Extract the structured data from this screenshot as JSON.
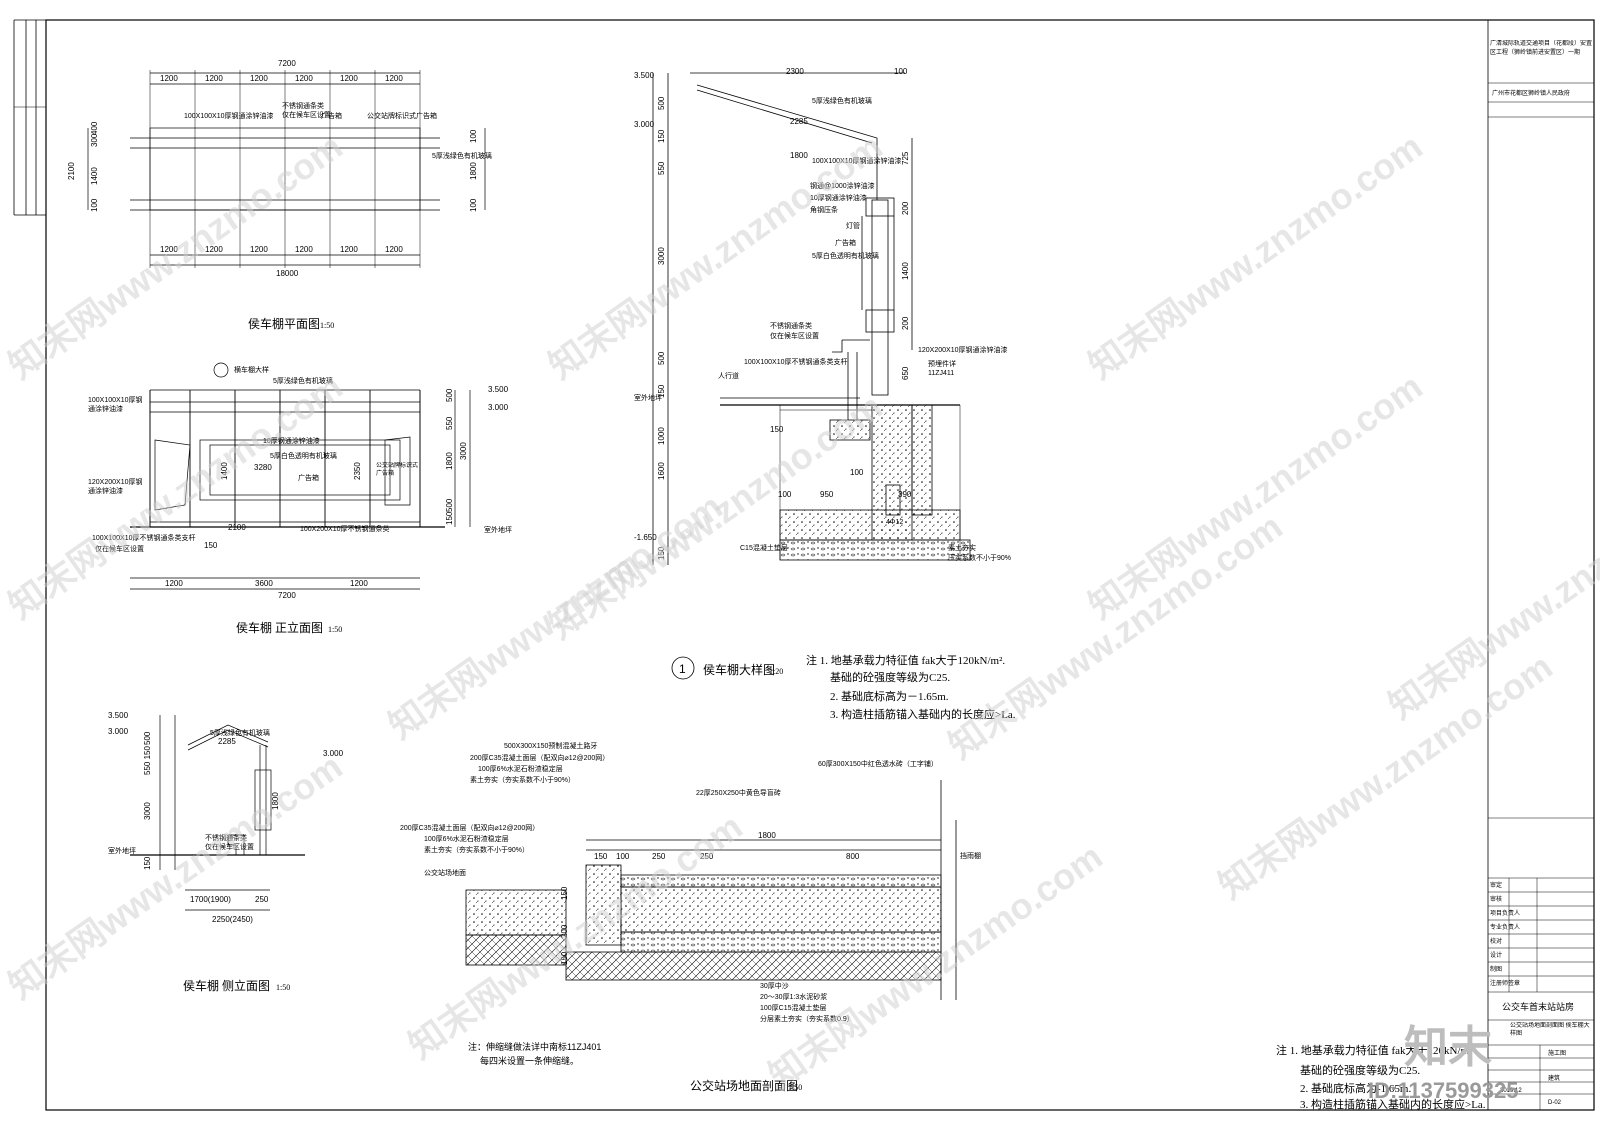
{
  "title_block": {
    "project": "广清城际轨道交通项目（花都段）安置区工程（狮岭镇前进安置区）一期",
    "owner": "广州市花都区狮岭镇人民政府",
    "drawing_name": "公交车首末站站房",
    "sheet_title": "公交站场地面剖面图 侯车棚大样图",
    "stage": "施工图",
    "discipline": "建筑",
    "date": "2019.12",
    "sheet_no": "D-02",
    "rows": [
      "审定",
      "审核",
      "项目负责人",
      "专业负责人",
      "校对",
      "设计",
      "制图",
      "注册师签章"
    ]
  },
  "plan": {
    "title": "侯车棚平面图",
    "scale": "1:50",
    "top_total": "7200",
    "top_bays": [
      "1200",
      "1200",
      "1200",
      "1200",
      "1200",
      "1200"
    ],
    "bottom_bays": [
      "1200",
      "1200",
      "1200",
      "1200",
      "1200",
      "1200"
    ],
    "bottom_total": "18000",
    "left_dims": [
      "2100",
      "1400",
      "100",
      "300",
      "400"
    ],
    "right_dims": [
      "100",
      "1800",
      "100"
    ],
    "labels": [
      "100X100X10厚钢通涂锌油漆",
      "不锈钢通条类",
      "仅在候车区设置",
      "广告箱",
      "公交站牌标识式广告箱",
      "5厚浅绿色有机玻璃"
    ]
  },
  "front": {
    "title": "侯车棚 正立面图",
    "scale": "1:50",
    "elev_top": "3.500",
    "elev_mid": "3.000",
    "elev_gl": "室外地坪",
    "bottom_dims": [
      "1200",
      "3600",
      "1200"
    ],
    "bottom_total": "7200",
    "inner_dims": [
      "2100",
      "3280",
      "1400",
      "2350",
      "150"
    ],
    "right_dims": [
      "500",
      "550",
      "1800",
      "500",
      "150",
      "3000"
    ],
    "labels": [
      "横车棚大样",
      "5厚浅绿色有机玻璃",
      "100X100X10厚钢通涂锌油漆",
      "120X200X10厚钢通涂锌油漆",
      "10厚钢通涂锌油漆",
      "5厚白色透明有机玻璃",
      "广告箱",
      "公交站牌标识式广告箱",
      "100X200X10厚不锈钢通条类",
      "100X100X10厚不锈钢通条类支杆",
      "仅在候车区设置"
    ]
  },
  "side": {
    "title": "侯车棚 侧立面图",
    "scale": "1:50",
    "elev_top": "3.500",
    "elev_mid": "3.000",
    "elev_right": "3.000",
    "dims": [
      "500",
      "550 150",
      "3000",
      "150",
      "2285",
      "1800"
    ],
    "bottom": [
      "1700(1900)",
      "250",
      "2250(2450)"
    ],
    "labels": [
      "5厚浅绿色有机玻璃",
      "不锈钢通条类",
      "仅在候车区设置",
      "室外地坪"
    ]
  },
  "detail": {
    "title": "侯车棚大样图",
    "scale": "1:20",
    "number": "1",
    "top_dims": [
      "2300",
      "100"
    ],
    "roof_dim": "2285",
    "span": "1800",
    "elev": [
      "3.500",
      "3.000",
      "-1.650"
    ],
    "left_dims": [
      "500",
      "150",
      "550",
      "3000",
      "500",
      "150",
      "1000",
      "1600",
      "150"
    ],
    "right_dims": [
      "725",
      "200",
      "1400",
      "200",
      "650"
    ],
    "foot_dims": [
      "100",
      "950",
      "390",
      "100",
      "150"
    ],
    "labels": [
      "5厚浅绿色有机玻璃",
      "100X100X10厚钢通涂锌油漆",
      "钢通@1000涂锌油漆",
      "10厚钢通涂锌油漆",
      "角钢压条",
      "灯管",
      "广告箱",
      "5厚白色透明有机玻璃",
      "不锈钢通条类",
      "仅在候车区设置",
      "100X100X10厚不锈钢通条类支杆",
      "人行道",
      "室外地坪",
      "120X200X10厚钢通涂锌油漆",
      "预埋件详",
      "11ZJ411",
      "4Φ12",
      "C15混凝土垫层",
      "压实系数不小于90%",
      "素土夯实"
    ],
    "notes": [
      "注 1. 地基承载力特征值 fak大于120kN/m².",
      "基础的砼强度等级为C25.",
      "2. 基础底标高为－1.65m.",
      "3. 构造柱插筋锚入基础内的长度应>La."
    ]
  },
  "section": {
    "title": "公交站场地面剖面图",
    "scale": "1:50",
    "dims_top": "1800",
    "dims": [
      "150",
      "100",
      "250",
      "250",
      "800"
    ],
    "left_dims": [
      "150",
      "200",
      "150"
    ],
    "labels_left": [
      "500X300X150预制混凝土路牙",
      "200厚C35混凝土面层（配双向⌀12@200网）",
      "100厚6%水泥石粉渣稳定层",
      "素土夯实（夯实系数不小于90%）",
      "200厚C35混凝土面层（配双向⌀12@200网）",
      "100厚6%水泥石粉渣稳定层",
      "素土夯实（夯实系数不小于90%）",
      "公交站场地面"
    ],
    "labels_top": [
      "22厚250X250中黄色导盲砖",
      "60厚300X150中红色透水砖（工字铺）",
      "挡雨棚"
    ],
    "labels_bottom": [
      "30厚中沙",
      "20～30厚1:3水泥砂浆",
      "100厚C15混凝土垫层",
      "分层素土夯实（夯实系数0.9）"
    ],
    "note": "注：伸缩缝做法详中南标11ZJ401",
    "note2": "每四米设置一条伸缩缝。"
  },
  "bottom_notes": [
    "注 1. 地基承载力特征值 fak大于120kN/m²",
    "基础的砼强度等级为C25.",
    "2. 基础底标高为-1.65m.",
    "3. 构造柱插筋锚入基础内的长度应>La."
  ],
  "watermark": "知末网www.znzmo.com",
  "brand": "知末",
  "id_label": "ID:1137599325"
}
